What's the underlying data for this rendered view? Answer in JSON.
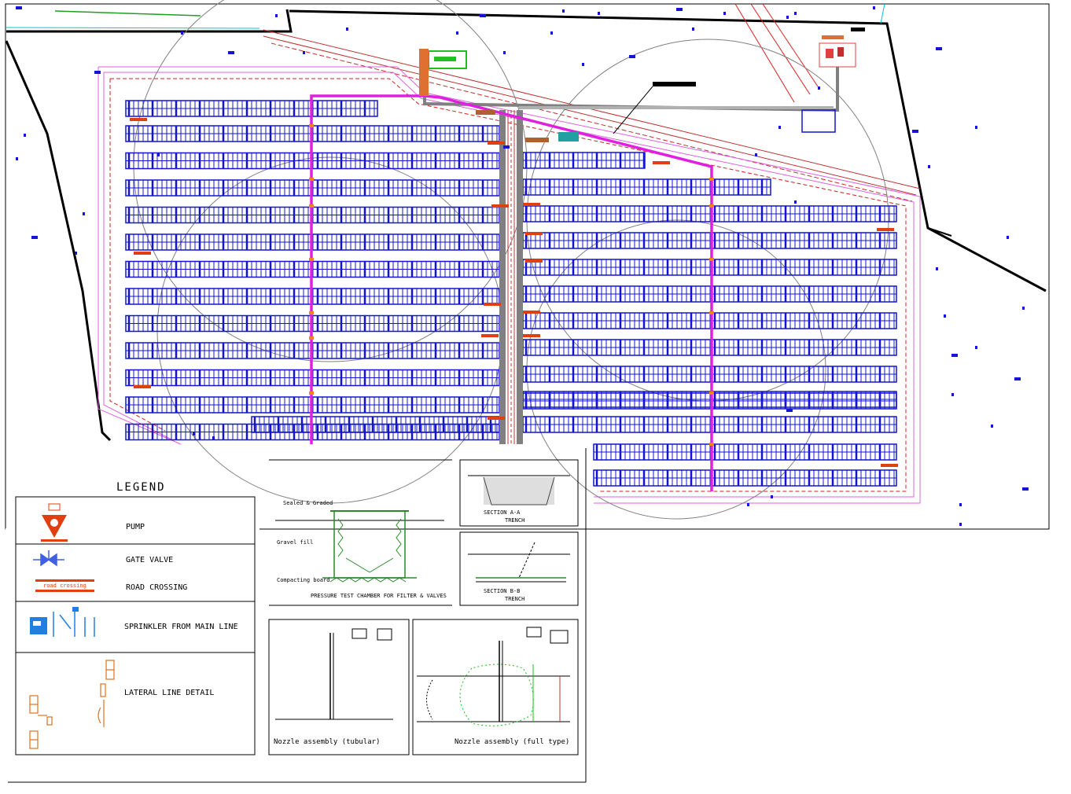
{
  "legend": {
    "title": "LEGEND",
    "items": [
      {
        "icon": "pump-icon",
        "label": "PUMP"
      },
      {
        "icon": "gate-valve-icon",
        "label": "GATE VALVE"
      },
      {
        "icon": "road-crossing-icon",
        "label": "ROAD CROSSING"
      },
      {
        "icon": "sprinkler-main-line-icon",
        "label": "SPRINKLER FROM MAIN LINE"
      },
      {
        "icon": "lateral-line-detail-icon",
        "label": "LATERAL LINE DETAIL"
      }
    ]
  },
  "details": {
    "tank_label_top": "Sealed & Graded",
    "tank_label_side": "Gravel fill",
    "tank_label_bottom": "Compacting board",
    "tank_caption": "PRESSURE TEST CHAMBER FOR FILTER & VALVES",
    "trench_caption_1": "SECTION A-A",
    "trench_sub_1": "TRENCH",
    "trench_caption_2": "SECTION B-B",
    "trench_sub_2": "TRENCH",
    "nozzle_caption_1": "Nozzle assembly (tubular)",
    "nozzle_caption_2": "Nozzle assembly (full type)"
  },
  "colors": {
    "panel": "#1414d2",
    "main_line": "#e020e0",
    "road": "#808080",
    "boundary": "#000000",
    "crossing": "#e04010",
    "green": "#20c020",
    "cyan": "#00c8d0"
  }
}
